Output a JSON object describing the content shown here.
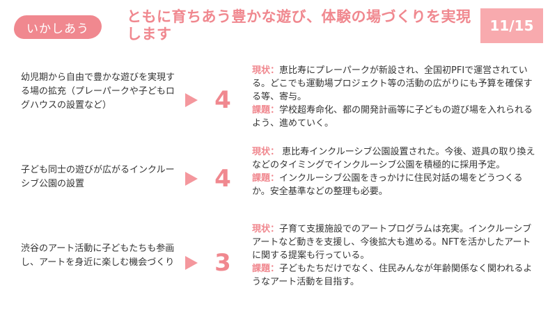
{
  "header": {
    "tag": "いかしあう",
    "title": "ともに育ちあう豊かな遊び、体験の場づくりを実現します",
    "page": "11/15"
  },
  "labels": {
    "current": "現状：",
    "issue": "課題："
  },
  "rows": [
    {
      "item": "幼児期から自由で豊かな遊びを実現する場の拡充（プレーパークや子どもログハウスの設置など）",
      "score": "4",
      "current": "恵比寿にプレーパークが新設され、全国初PFIで運営されている。どこでも運動場プロジェクト等の活動の広がりにも予算を確保する等、寄与。",
      "issue": "学校超寿命化、都の開発計画等に子どもの遊び場を入れられるよう、進めていく。"
    },
    {
      "item": "子ども同士の遊びが広がるインクルーシブ公園の設置",
      "score": "4",
      "current": " 恵比寿インクルーシブ公園設置された。今後、遊具の取り換えなどのタイミングでインクルーシブ公園を積極的に採用予定。",
      "issue": "インクルーシブ公園をきっかけに住民対話の場をどうつくるか。安全基準などの整理も必要。"
    },
    {
      "item": "渋谷のアート活動に子どもたちも参画し、アートを身近に楽しむ機会づくり",
      "score": "3",
      "current": "子育て支援施設でのアートプログラムは充実。インクルーシブアートなど動きを支援し、今後拡大も進める。NFTを活かしたアートに関する提案も行っている。",
      "issue": "子どもたちだけでなく、住民みんなが年齢関係なく関われるようなアート活動を目指す。"
    }
  ]
}
